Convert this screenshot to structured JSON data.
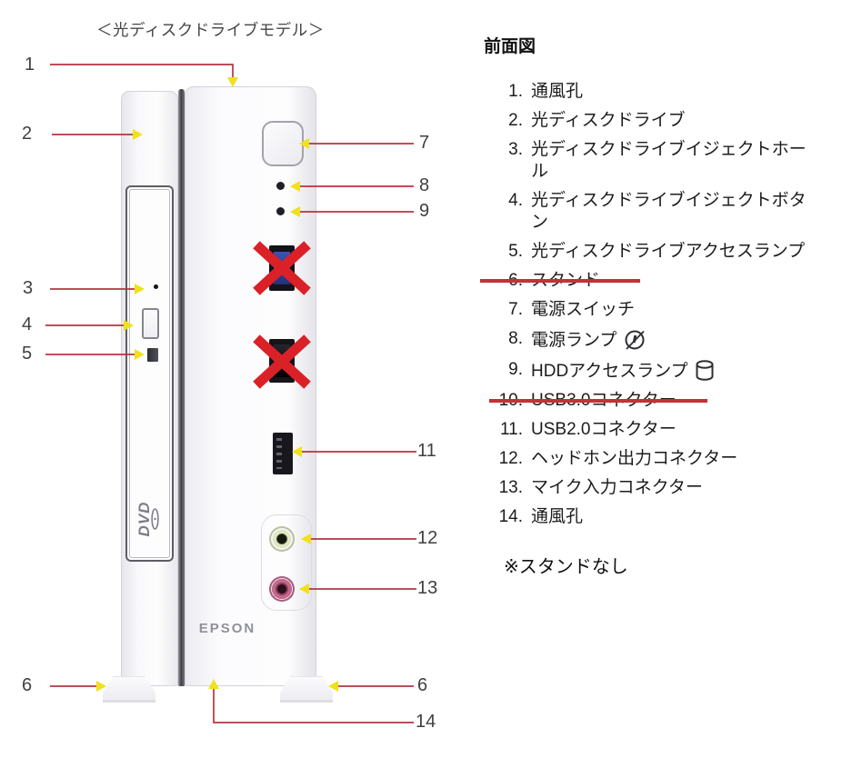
{
  "title": "＜光ディスクドライブモデル＞",
  "device": {
    "brand": "EPSON",
    "drive_logo": "DVD"
  },
  "callouts": {
    "c1": "1",
    "c2": "2",
    "c3": "3",
    "c4": "4",
    "c5": "5",
    "c6_left": "6",
    "c6_right": "6",
    "c7": "7",
    "c8": "8",
    "c9": "9",
    "c11": "11",
    "c12": "12",
    "c13": "13",
    "c14": "14"
  },
  "legend": {
    "heading": "前面図",
    "items": [
      {
        "num": "1.",
        "label": "通風孔",
        "struck": false,
        "icon": null
      },
      {
        "num": "2.",
        "label": "光ディスクドライブ",
        "struck": false,
        "icon": null
      },
      {
        "num": "3.",
        "label": "光ディスクドライブイジェクトホー\nル",
        "struck": false,
        "icon": null
      },
      {
        "num": "4.",
        "label": "光ディスクドライブイジェクトボタ\nン",
        "struck": false,
        "icon": null
      },
      {
        "num": "5.",
        "label": "光ディスクドライブアクセスランプ",
        "struck": false,
        "icon": null
      },
      {
        "num": "6.",
        "label": "スタンド",
        "struck": true,
        "icon": null
      },
      {
        "num": "7.",
        "label": "電源スイッチ",
        "struck": false,
        "icon": null
      },
      {
        "num": "8.",
        "label": "電源ランプ",
        "struck": false,
        "icon": "power"
      },
      {
        "num": "9.",
        "label": "HDDアクセスランプ",
        "struck": false,
        "icon": "hdd"
      },
      {
        "num": "10.",
        "label": "USB3.0コネクター",
        "struck": true,
        "icon": null
      },
      {
        "num": "11.",
        "label": "USB2.0コネクター",
        "struck": false,
        "icon": null
      },
      {
        "num": "12.",
        "label": "ヘッドホン出力コネクター",
        "struck": false,
        "icon": null
      },
      {
        "num": "13.",
        "label": "マイク入力コネクター",
        "struck": false,
        "icon": null
      },
      {
        "num": "14.",
        "label": "通風孔",
        "struck": false,
        "icon": null
      }
    ],
    "note": "※スタンドなし"
  },
  "colors": {
    "callout_line": "#b23640",
    "callout_marker": "#f0e11c",
    "cross": "#da2128",
    "strike": "#c5303a",
    "usb3_blue": "#2c3f96",
    "headphone_ring": "#dfe6c2",
    "mic_ring": "#c2688c"
  }
}
